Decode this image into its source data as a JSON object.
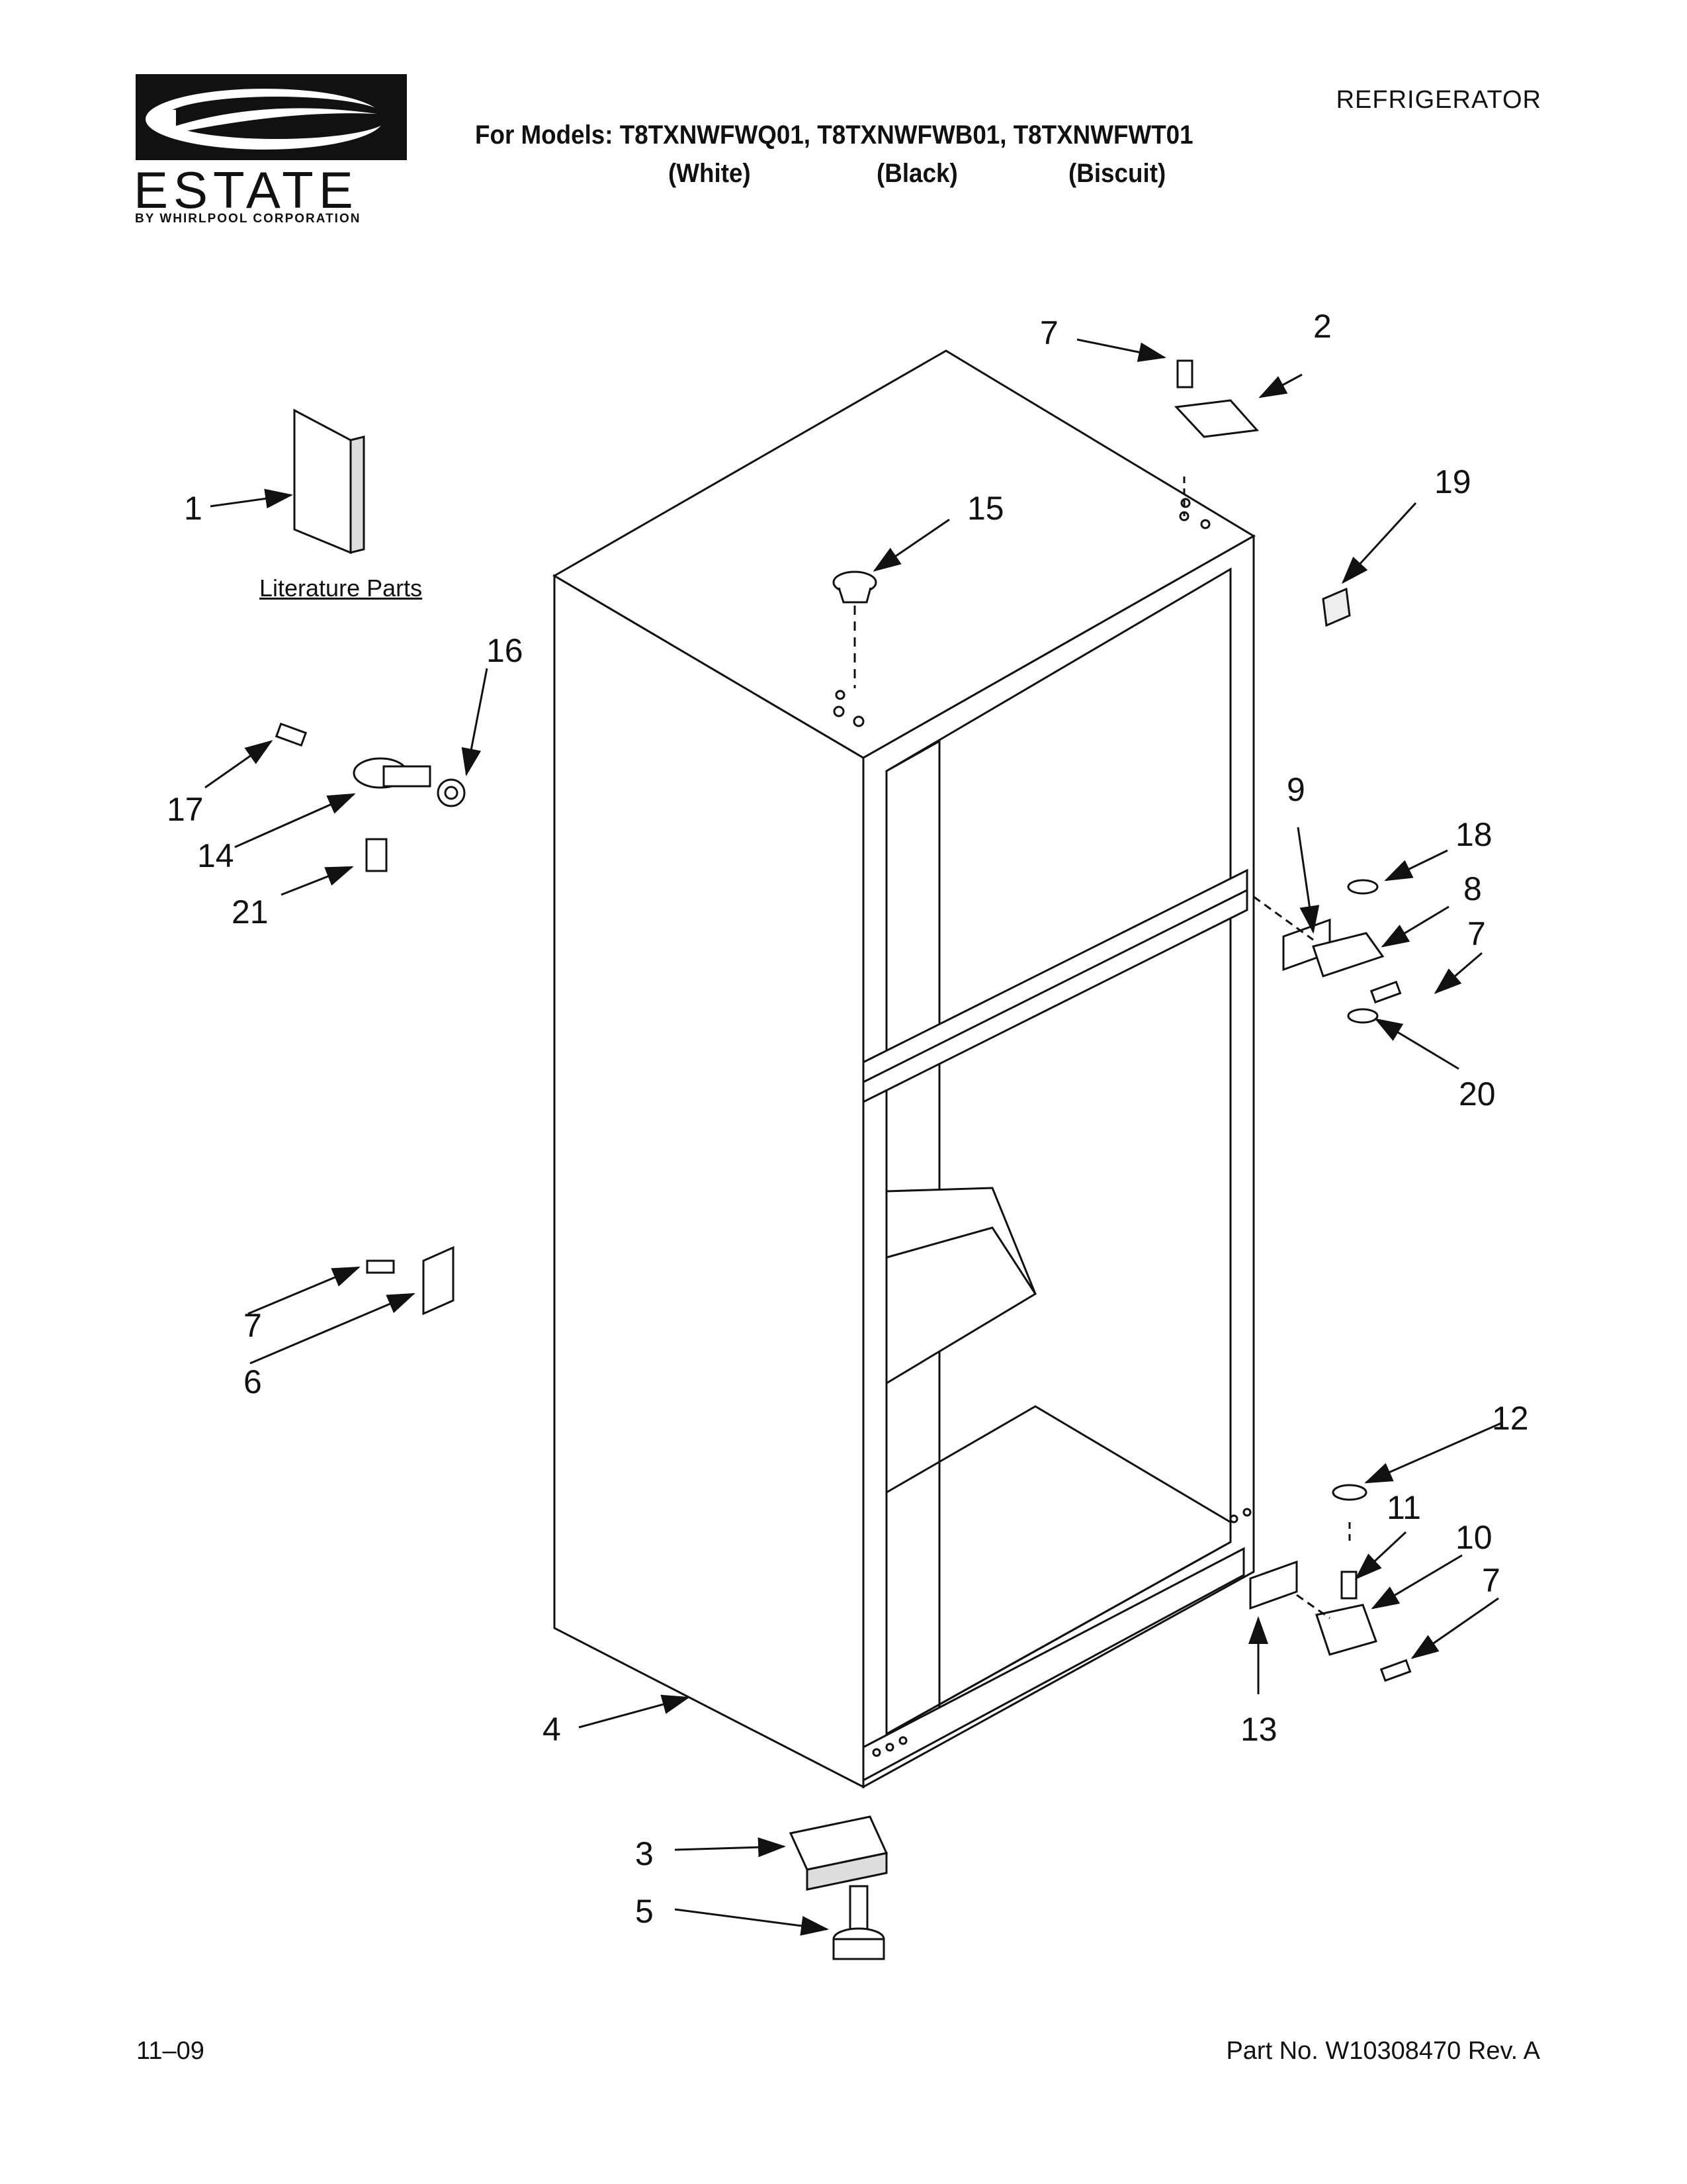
{
  "header": {
    "brand": "ESTATE",
    "brand_sub": "BY WHIRLPOOL CORPORATION",
    "doc_type": "REFRIGERATOR",
    "models_line": "For Models: T8TXNWFWQ01, T8TXNWFWB01, T8TXNWFWT01",
    "colors": [
      "(White)",
      "(Black)",
      "(Biscuit)"
    ]
  },
  "diagram": {
    "literature_label": "Literature Parts",
    "callouts": {
      "c1": "1",
      "c2": "2",
      "c3": "3",
      "c4": "4",
      "c5": "5",
      "c6": "6",
      "c7a": "7",
      "c7b": "7",
      "c7c": "7",
      "c7d": "7",
      "c8": "8",
      "c9": "9",
      "c10": "10",
      "c11": "11",
      "c12": "12",
      "c13": "13",
      "c14": "14",
      "c15": "15",
      "c16": "16",
      "c17": "17",
      "c18": "18",
      "c19": "19",
      "c20": "20",
      "c21": "21"
    }
  },
  "footer": {
    "date": "11–09",
    "part_no": "Part No. W10308470 Rev. A"
  }
}
